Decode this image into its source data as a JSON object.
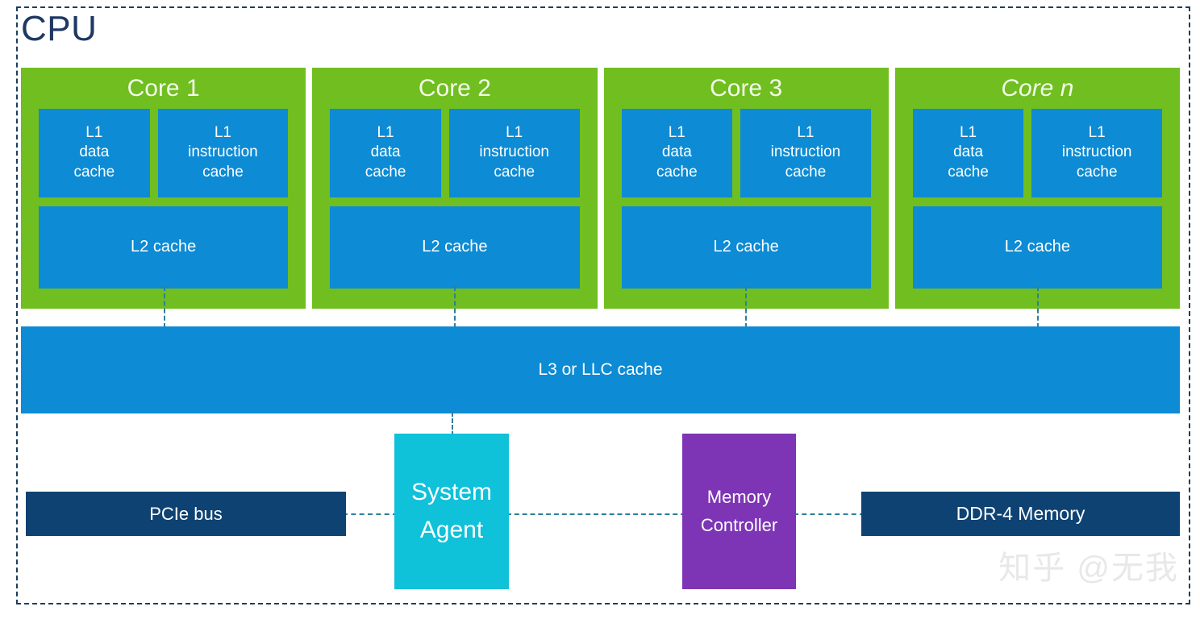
{
  "diagram": {
    "title": "CPU",
    "watermark": "知乎 @无我",
    "colors": {
      "core_green": "#70be20",
      "cache_blue": "#0d8bd4",
      "system_agent_cyan": "#0fc1d9",
      "memory_controller_purple": "#7d35b5",
      "bus_navy": "#0e4273",
      "title_navy": "#1f3864",
      "connector": "#2d7f9c",
      "frame": "#1b3f5e"
    },
    "cores": [
      {
        "name": "Core 1",
        "italic": false,
        "l1_data": [
          "L1",
          "data",
          "cache"
        ],
        "l1_instruction": [
          "L1",
          "instruction",
          "cache"
        ],
        "l2": "L2 cache"
      },
      {
        "name": "Core 2",
        "italic": false,
        "l1_data": [
          "L1",
          "data",
          "cache"
        ],
        "l1_instruction": [
          "L1",
          "instruction",
          "cache"
        ],
        "l2": "L2 cache"
      },
      {
        "name": "Core 3",
        "italic": false,
        "l1_data": [
          "L1",
          "data",
          "cache"
        ],
        "l1_instruction": [
          "L1",
          "instruction",
          "cache"
        ],
        "l2": "L2 cache"
      },
      {
        "name": "Core n",
        "italic": true,
        "l1_data": [
          "L1",
          "data",
          "cache"
        ],
        "l1_instruction": [
          "L1",
          "instruction",
          "cache"
        ],
        "l2": "L2 cache"
      }
    ],
    "l3_cache": "L3 or LLC cache",
    "system_agent": [
      "System",
      "Agent"
    ],
    "memory_controller": [
      "Memory",
      "Controller"
    ],
    "pcie_bus": "PCIe bus",
    "ddr_memory": "DDR-4 Memory"
  }
}
